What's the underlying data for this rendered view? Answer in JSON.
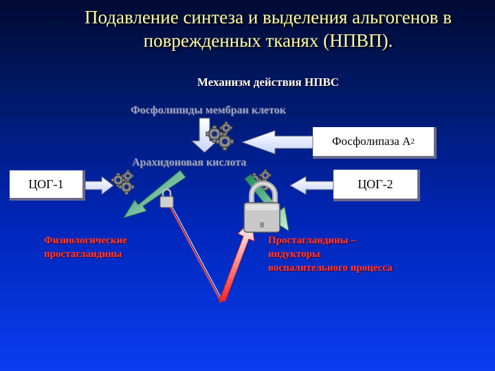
{
  "title": "Подавление синтеза и выделения альгогенов в поврежденных тканях (НПВП).",
  "subtitle": "Механизм действия НПВС",
  "phospholipids": "Фосфолипиды мембран клеток",
  "arachidonic_acid": "Арахидоновая кислота",
  "phospholipase": {
    "label": "Фосфолипаза А",
    "sub": "2"
  },
  "cog1": "ЦОГ-1",
  "cog2": "ЦОГ-2",
  "physiological_pg": "Физиологические простагландины",
  "inflammatory_pg": "Простагландины – индукторы воспалительного процесса",
  "lock_number": "8",
  "colors": {
    "title": "#ffffa0",
    "red_text": "#ff3b3b",
    "arrow_white": "#ffffff",
    "arrow_green": "#7ed3a0",
    "gear": "#8a8a8a"
  }
}
